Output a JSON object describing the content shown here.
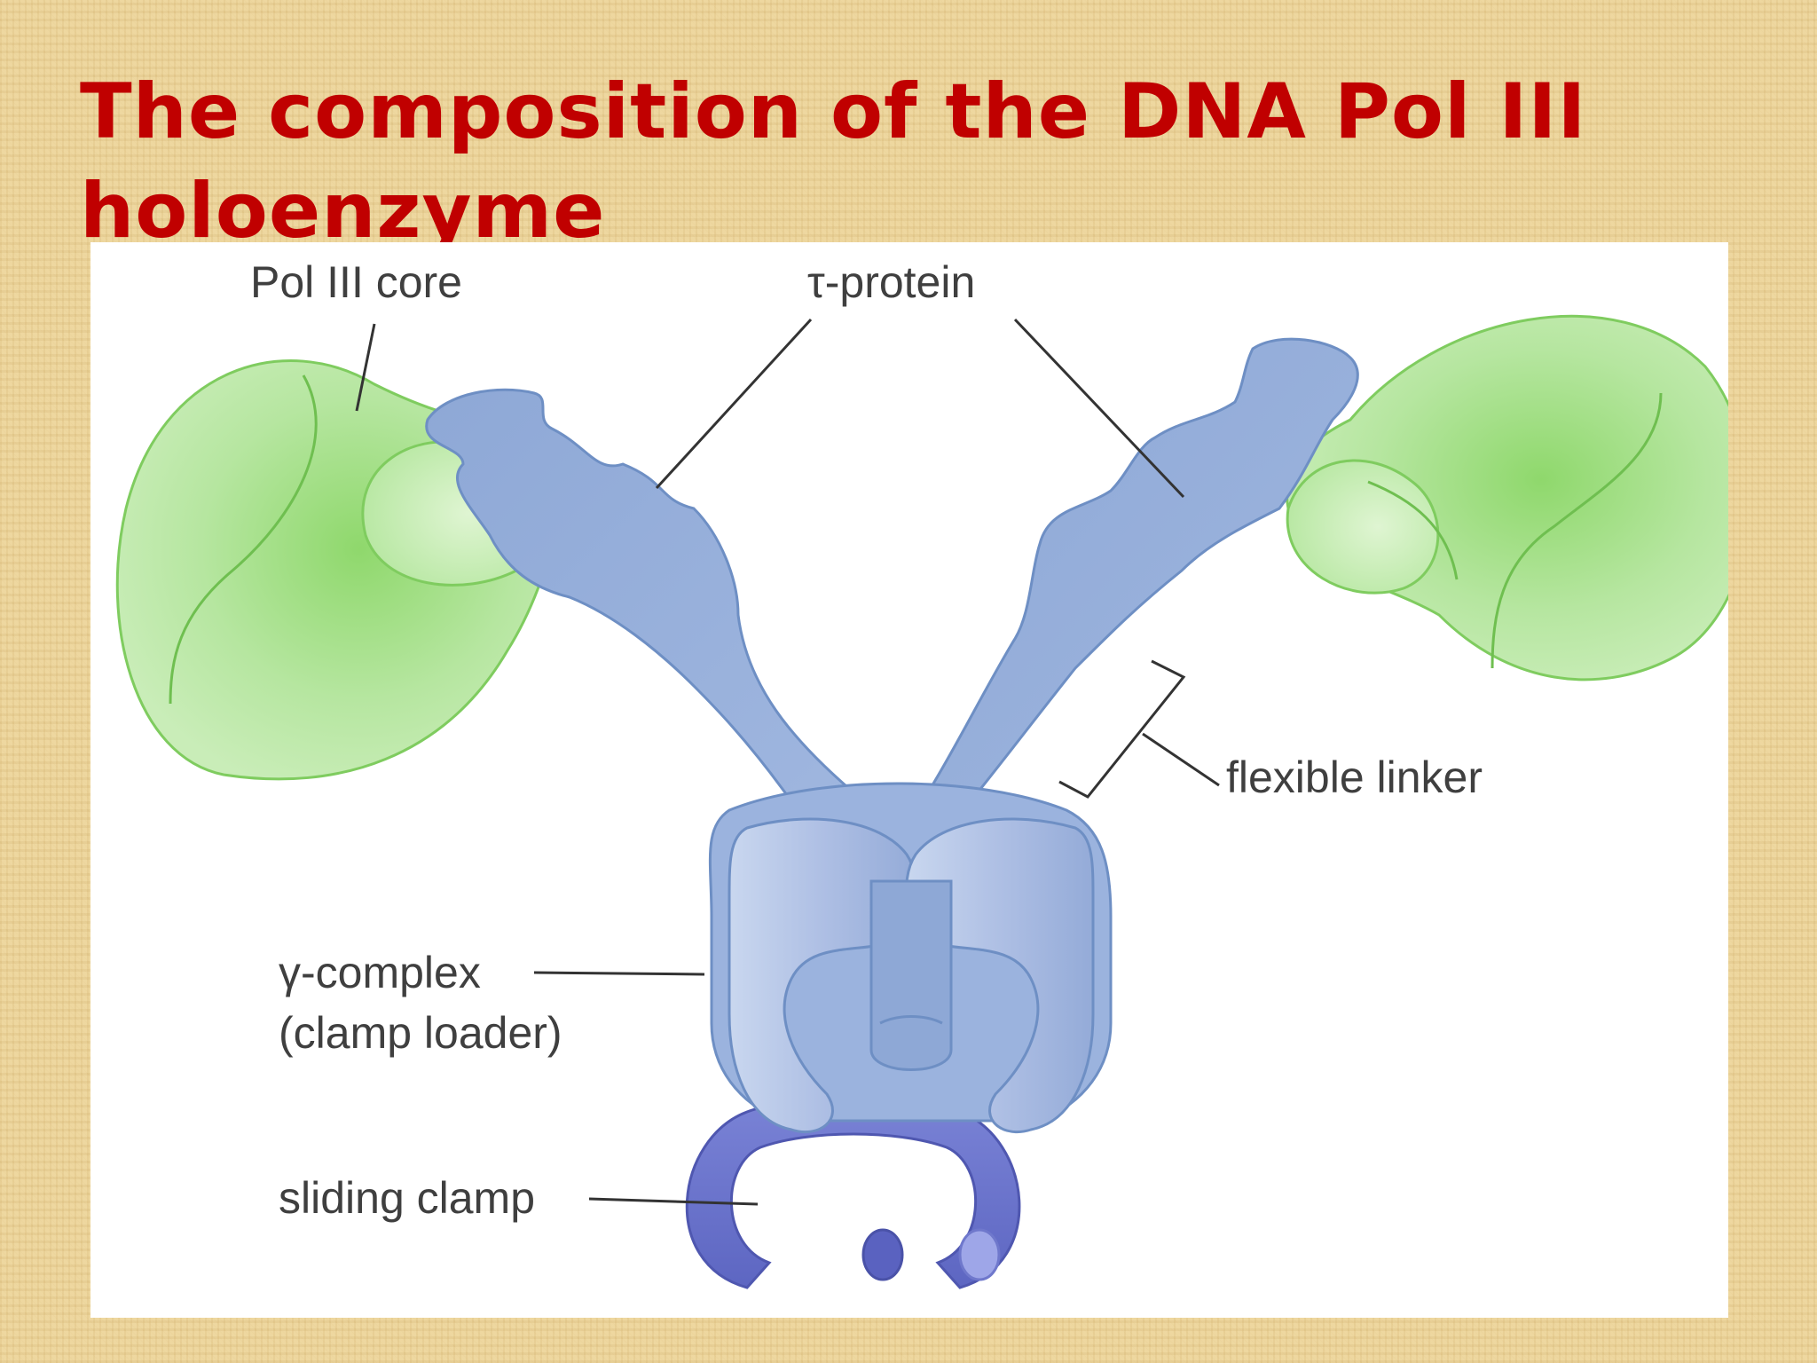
{
  "slide": {
    "title": "The composition of the DNA Pol III holoenzyme"
  },
  "diagram": {
    "labels": {
      "pol_core": "Pol III core",
      "tau_protein": "τ-protein",
      "flexible_linker": "flexible linker",
      "gamma_complex_line1": "γ-complex",
      "gamma_complex_line2": "(clamp loader)",
      "sliding_clamp": "sliding clamp"
    },
    "colors": {
      "title": "#c00000",
      "pol_core_fill": "#a8e08f",
      "pol_core_stroke": "#7fcc5f",
      "tau_fill": "#93acd6",
      "tau_stroke": "#6e8fc4",
      "clamp_loader_fill": "#a9bfe4",
      "sliding_clamp_fill": "#6e78d0",
      "leader_line": "#333333"
    }
  }
}
